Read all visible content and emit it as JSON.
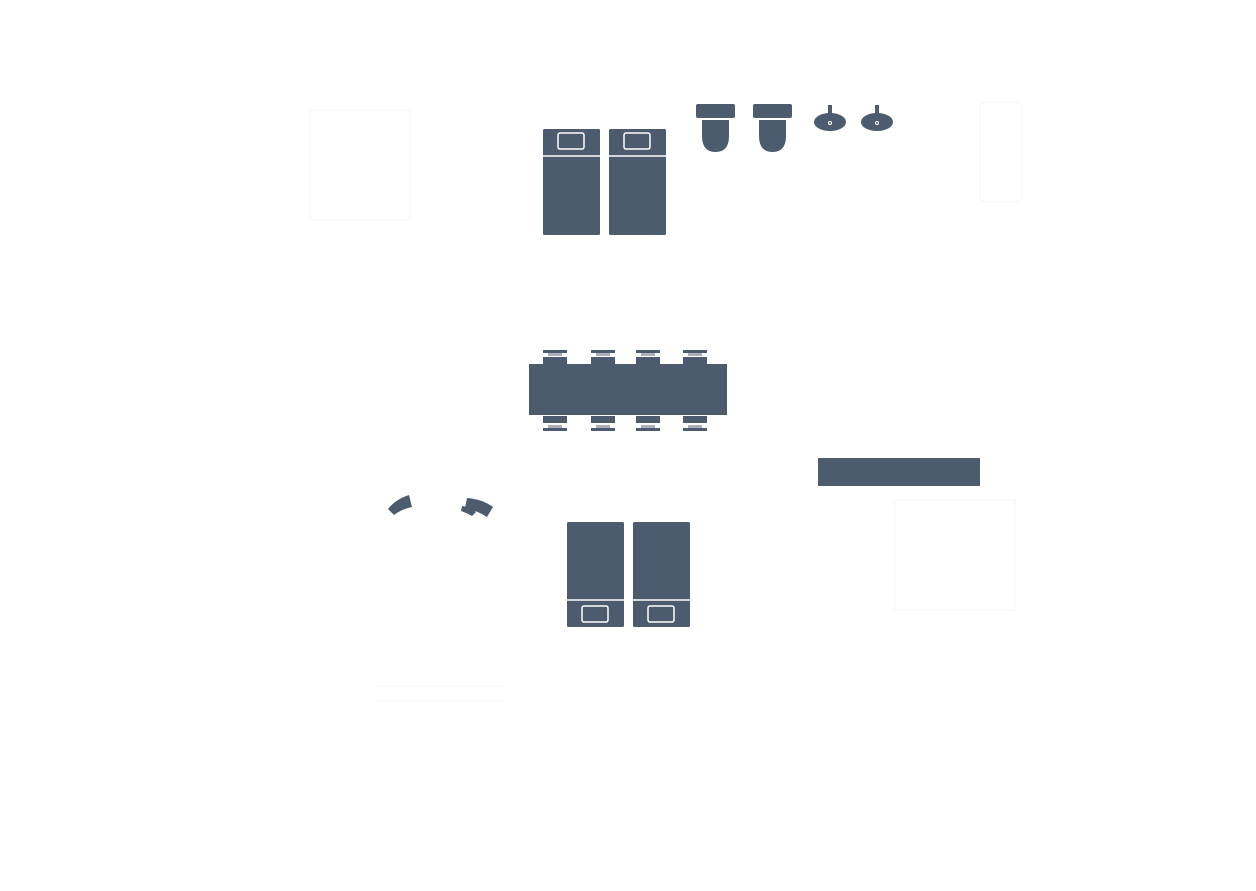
{
  "plan": {
    "fill_color": "#4d5b6e",
    "background_color": "#ffffff",
    "items": [
      {
        "type": "twin-bed-pair",
        "orientation": "head-top"
      },
      {
        "type": "toilet",
        "count": 2
      },
      {
        "type": "sink",
        "count": 2
      },
      {
        "type": "dining-table",
        "chairs": 8
      },
      {
        "type": "armchair-pair"
      },
      {
        "type": "twin-bed-pair",
        "orientation": "head-bottom"
      },
      {
        "type": "counter"
      }
    ]
  }
}
